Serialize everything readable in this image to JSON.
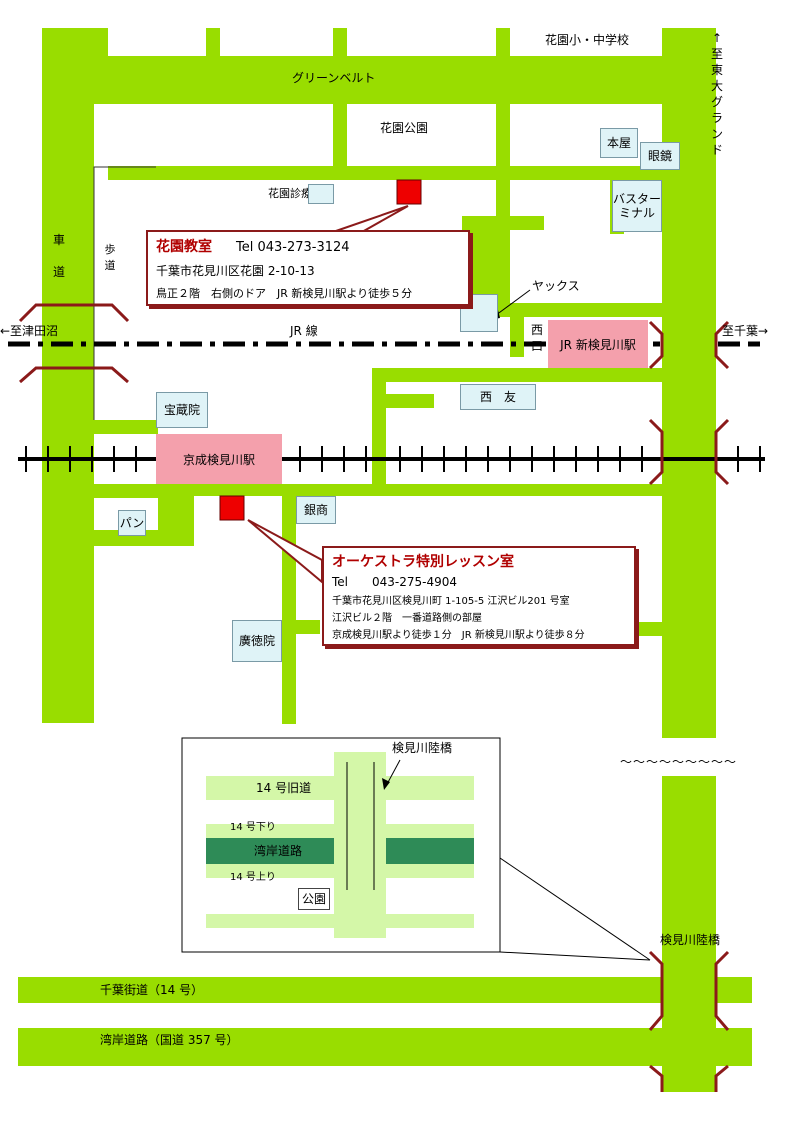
{
  "labels": {
    "school": "花園小・中学校",
    "green_belt": "グリーンベルト",
    "to_todai": "↑至東大グランド",
    "park": "花園公園",
    "clinic": "花園診療所",
    "car_road": "車道",
    "sidewalk": "歩道",
    "yaccs": "ヤックス",
    "to_tsudanuma": "←至津田沼",
    "jr_line": "JR 線",
    "west_exit": "西口",
    "to_chiba": "至千葉→",
    "tilde": "～～～～～～～～～"
  },
  "boxes": {
    "honya": "本屋",
    "megane": "眼鏡",
    "bus_terminal": "バスターミナル",
    "jr_station": "JR 新検見川駅",
    "seiyu": "西　友",
    "hozoin": "宝蔵院",
    "keisei_station": "京成検見川駅",
    "bank": "銀商",
    "bakery": "パン",
    "kotokuin": "廣徳院"
  },
  "callout1": {
    "title": "花園教室",
    "tel": "Tel 043-273-3124",
    "address": "千葉市花見川区花園 2-10-13",
    "detail": "鳥正２階　右側のドア　JR 新検見川駅より徒歩５分"
  },
  "callout2": {
    "title": "オーケストラ特別レッスン室",
    "tel": "Tel　　043-275-4904",
    "address": "千葉市花見川区検見川町 1-105-5 江沢ビル201 号室",
    "building": "江沢ビル２階　一番道路側の部屋",
    "access": "京成検見川駅より徒歩１分　JR 新検見川駅より徒歩８分"
  },
  "inset": {
    "bridge": "検見川陸橋",
    "route14_old": "14 号旧道",
    "route14_down": "14 号下り",
    "wangan": "湾岸道路",
    "route14_up": "14 号上り",
    "park": "公園"
  },
  "bottom": {
    "bridge": "検見川陸橋",
    "chiba_kaido": "千葉街道（14 号）",
    "wangan_357": "湾岸道路（国道 357 号）"
  },
  "colors": {
    "road": "#99dd00",
    "inset_road": "#d4f7a8",
    "wangan": "#2e8b57",
    "pink": "#f4a0ac",
    "light_box": "#dff3f7",
    "marker": "#ee0000",
    "bracket": "#8b1a1a"
  }
}
